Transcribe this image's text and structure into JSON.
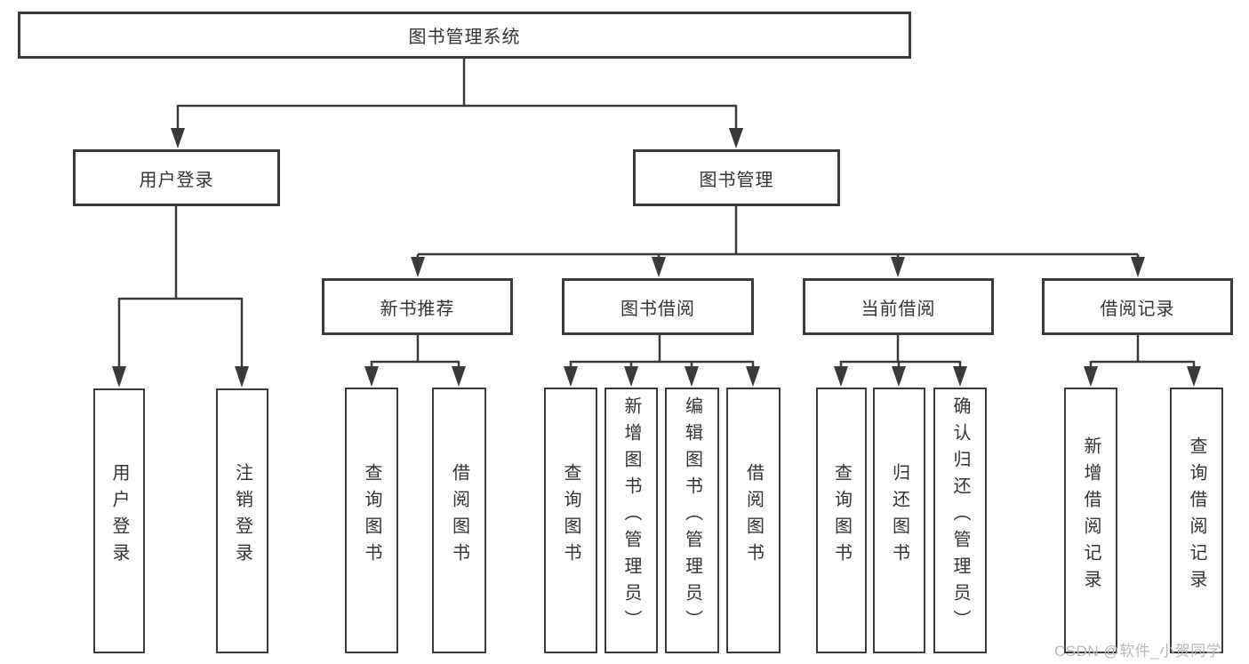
{
  "diagram_title": "图书管理系统",
  "tree": {
    "label": "图书管理系统",
    "children": [
      {
        "label": "用户登录",
        "children": [
          {
            "label": "用户登录"
          },
          {
            "label": "注销登录"
          }
        ]
      },
      {
        "label": "图书管理",
        "children": [
          {
            "label": "新书推荐",
            "children": [
              {
                "label": "查询图书"
              },
              {
                "label": "借阅图书"
              }
            ]
          },
          {
            "label": "图书借阅",
            "children": [
              {
                "label": "查询图书"
              },
              {
                "label": "新增图书（管理员）"
              },
              {
                "label": "编辑图书（管理员）"
              },
              {
                "label": "借阅图书"
              }
            ]
          },
          {
            "label": "当前借阅",
            "children": [
              {
                "label": "查询图书"
              },
              {
                "label": "归还图书"
              },
              {
                "label": "确认归还（管理员）"
              }
            ]
          },
          {
            "label": "借阅记录",
            "children": [
              {
                "label": "新增借阅记录"
              },
              {
                "label": "查询借阅记录"
              }
            ]
          }
        ]
      }
    ]
  },
  "watermark": "CSDN @软件_小贺同学",
  "colors": {
    "line": "#3a3a3a",
    "text": "#333333",
    "watermark": "#b8b8b8",
    "background": "#ffffff"
  }
}
